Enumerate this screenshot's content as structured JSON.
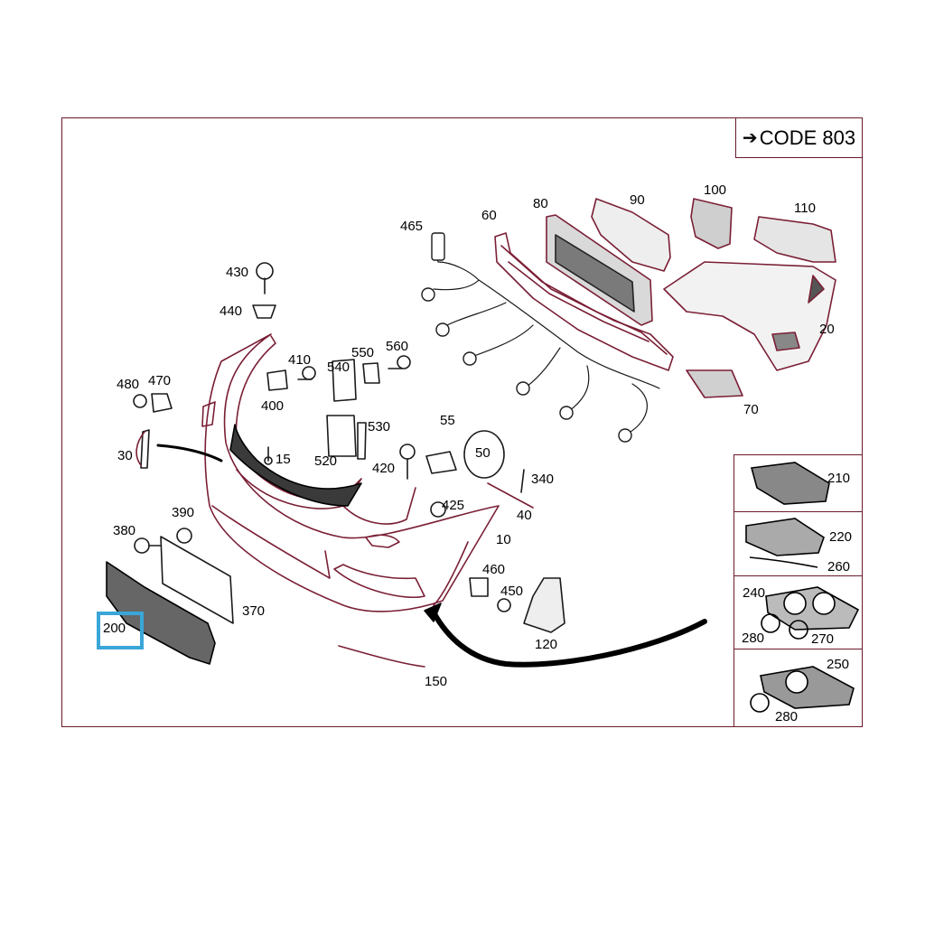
{
  "header": {
    "arrow": "➔",
    "code_label": "CODE 803"
  },
  "labels": {
    "p10": "10",
    "p15": "15",
    "p20": "20",
    "p30": "30",
    "p40": "40",
    "p50": "50",
    "p55": "55",
    "p60": "60",
    "p70": "70",
    "p80": "80",
    "p90": "90",
    "p100": "100",
    "p110": "110",
    "p120": "120",
    "p150": "150",
    "p200": "200",
    "p210": "210",
    "p220": "220",
    "p240": "240",
    "p250": "250",
    "p260": "260",
    "p270": "270",
    "p280a": "280",
    "p280b": "280",
    "p340": "340",
    "p370": "370",
    "p380": "380",
    "p390": "390",
    "p400": "400",
    "p410": "410",
    "p420": "420",
    "p425": "425",
    "p430": "430",
    "p440": "440",
    "p450": "450",
    "p460": "460",
    "p465": "465",
    "p470": "470",
    "p480": "480",
    "p520": "520",
    "p530": "530",
    "p540": "540",
    "p550": "550",
    "p560": "560"
  },
  "highlighted_part": "200",
  "colors": {
    "line_dark": "#6b1a2b",
    "line_red": "#c2185b",
    "highlight": "#3aa6d8",
    "ink": "#1a1a1a"
  }
}
